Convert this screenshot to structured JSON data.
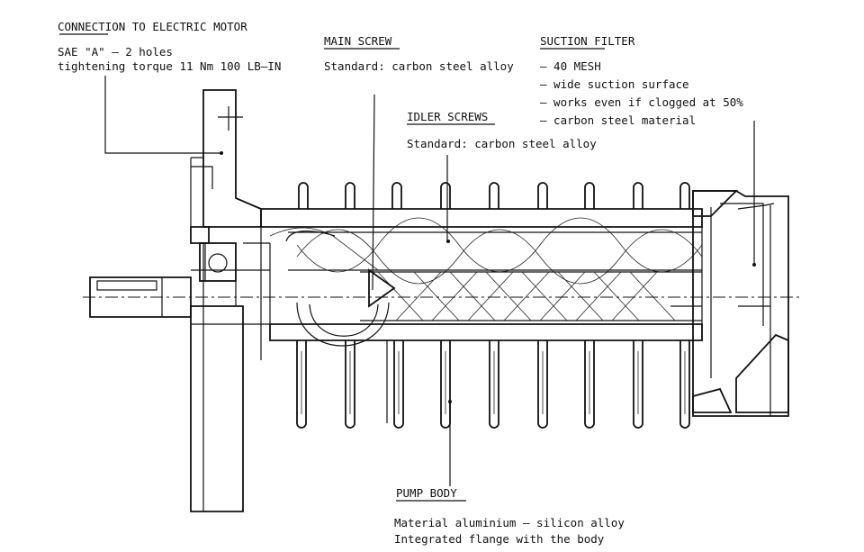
{
  "labels": {
    "motor": {
      "title": "CONNECTION TO ELECTRIC MOTOR",
      "line1": "SAE \"A\" – 2 holes",
      "line2": "tightening torque 11 Nm 100 LB–IN"
    },
    "main_screw": {
      "title": "MAIN SCREW",
      "line1": "Standard: carbon steel alloy"
    },
    "suction_filter": {
      "title": "SUCTION FILTER",
      "line1": "– 40 MESH",
      "line2": "– wide suction surface",
      "line3": "– works even if clogged at 50%",
      "line4": "– carbon steel material"
    },
    "idler_screws": {
      "title": "IDLER SCREWS",
      "line1": "Standard:  carbon steel alloy"
    },
    "pump_body": {
      "title": "PUMP BODY",
      "line1": "Material aluminium – silicon alloy",
      "line2": "Integrated flange with the body"
    }
  },
  "colors": {
    "ink": "#111111",
    "background": "#ffffff"
  }
}
